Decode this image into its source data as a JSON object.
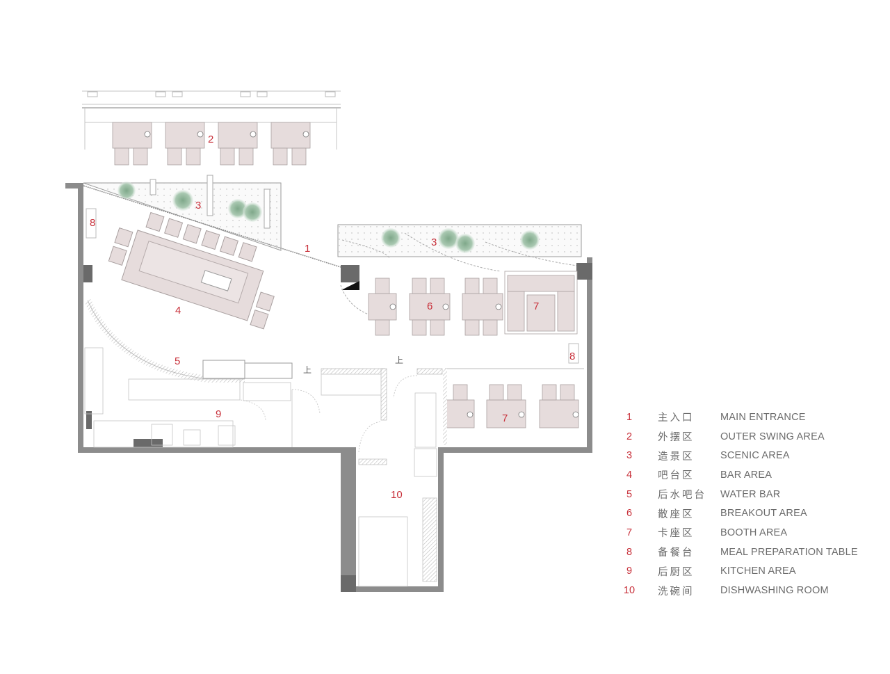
{
  "plan": {
    "colors": {
      "wall": "#8c8c8c",
      "column": "#6a6a6a",
      "furniture_fill": "#e6dcdc",
      "furniture_stroke": "#a9a0a0",
      "scenic_fill": "#f4f4f4",
      "tree": "#8fb59a",
      "label_red": "#c8303a",
      "legend_text": "#6b6b6b",
      "thin_line": "#b8b8b8"
    },
    "labels": {
      "main_entrance": "1",
      "outer_swing": "2",
      "scenic_left": "3",
      "scenic_right": "3",
      "bar": "4",
      "water_bar": "5",
      "breakout": "6",
      "booth_top": "7",
      "booth_bottom": "7",
      "meal_prep_left": "8",
      "meal_prep_right": "8",
      "kitchen": "9",
      "dishwashing": "10"
    },
    "stair_marks": [
      "上",
      "上"
    ]
  },
  "legend": {
    "items": [
      {
        "num": "1",
        "cn": "主入口",
        "en": "MAIN ENTRANCE"
      },
      {
        "num": "2",
        "cn": "外摆区",
        "en": "OUTER SWING AREA"
      },
      {
        "num": "3",
        "cn": "造景区",
        "en": "SCENIC AREA"
      },
      {
        "num": "4",
        "cn": "吧台区",
        "en": "BAR AREA"
      },
      {
        "num": "5",
        "cn": "后水吧台",
        "en": "WATER BAR"
      },
      {
        "num": "6",
        "cn": "散座区",
        "en": "BREAKOUT AREA"
      },
      {
        "num": "7",
        "cn": "卡座区",
        "en": "BOOTH AREA"
      },
      {
        "num": "8",
        "cn": "备餐台",
        "en": "MEAL PREPARATION TABLE"
      },
      {
        "num": "9",
        "cn": "后厨区",
        "en": "KITCHEN AREA"
      },
      {
        "num": "10",
        "cn": "洗碗间",
        "en": "DISHWASHING ROOM"
      }
    ]
  }
}
